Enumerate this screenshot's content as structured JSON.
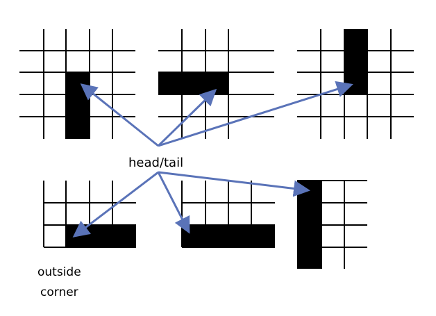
{
  "labels": {
    "head_tail": "head/tail",
    "outside_corner_line1": "outside",
    "outside_corner_line2": "corner"
  },
  "colors": {
    "grid": "#000000",
    "fill": "#000000",
    "arrow": "#5a73b8",
    "background": "#ffffff"
  }
}
